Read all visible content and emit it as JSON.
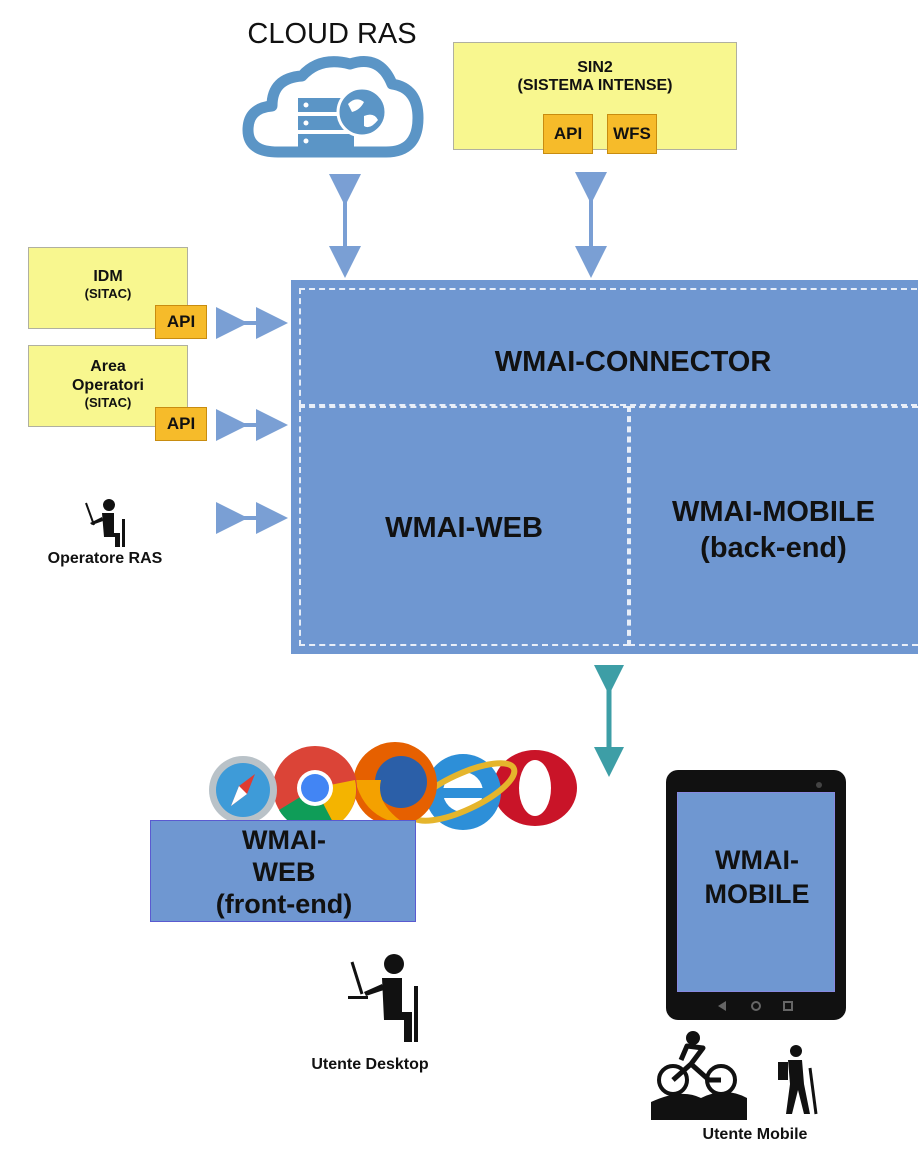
{
  "cloud": {
    "title": "CLOUD RAS"
  },
  "sin2": {
    "line1": "SIN2",
    "line2": "(SISTEMA INTENSE)",
    "api": "API",
    "wfs": "WFS"
  },
  "idm": {
    "title": "IDM",
    "sub": "(SITAC)",
    "api": "API"
  },
  "area": {
    "line1": "Area",
    "line2": "Operatori",
    "sub": "(SITAC)",
    "api": "API"
  },
  "operatore": {
    "label": "Operatore RAS"
  },
  "connector": {
    "title": "WMAI-CONNECTOR"
  },
  "web_back": {
    "title": "WMAI-WEB"
  },
  "mobile_back": {
    "line1": "WMAI-MOBILE",
    "line2": "(back-end)"
  },
  "web_front": {
    "line1": "WMAI-",
    "line2": "WEB",
    "line3": "(front-end)"
  },
  "mobile_front": {
    "line1": "WMAI-",
    "line2": "MOBILE"
  },
  "desktop_user": {
    "label": "Utente Desktop"
  },
  "mobile_user": {
    "label": "Utente Mobile"
  },
  "colors": {
    "yellow_box": "#f8f78f",
    "api_tag": "#f6bb2a",
    "blue_box": "#6f97d1",
    "arrow": "#7a9fd4",
    "teal_arrow": "#3d9ea6"
  }
}
